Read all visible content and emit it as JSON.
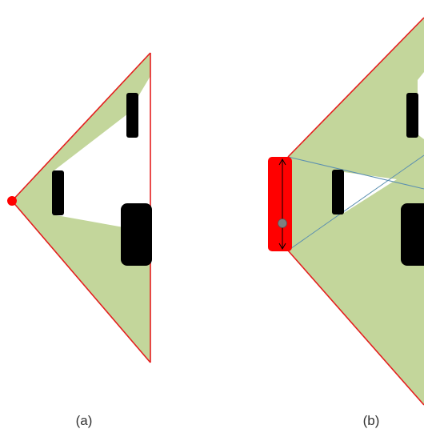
{
  "captions": {
    "a": "(a)",
    "b": "(b)"
  },
  "colors": {
    "visible_region": "#c3d69b",
    "boundary": "#e41e1e",
    "sensor": "#ff0000",
    "obstacle": "#000000",
    "center_point": "#7f7f7f",
    "sight_lines": "#5b8fb0"
  },
  "panels": [
    {
      "id": "a",
      "sensor_type": "point",
      "obstacle_count": 3
    },
    {
      "id": "b",
      "sensor_type": "segment",
      "obstacle_count": 3
    }
  ]
}
